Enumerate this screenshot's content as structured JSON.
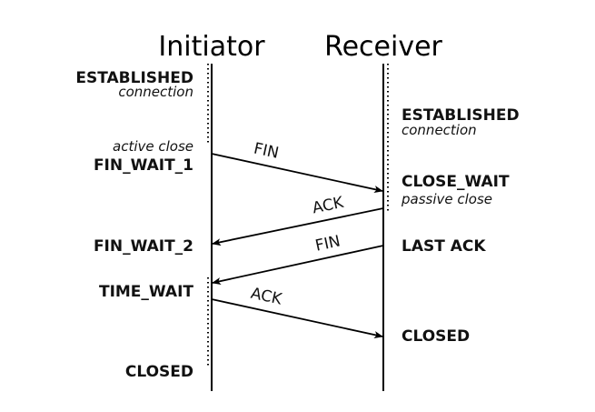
{
  "participants": {
    "initiator": "Initiator",
    "receiver": "Receiver"
  },
  "initiator_states": {
    "established": "ESTABLISHED",
    "established_note": "connection",
    "active_close_note": "active close",
    "fin_wait_1": "FIN_WAIT_1",
    "fin_wait_2": "FIN_WAIT_2",
    "time_wait": "TIME_WAIT",
    "closed": "CLOSED"
  },
  "receiver_states": {
    "established": "ESTABLISHED",
    "established_note": "connection",
    "close_wait": "CLOSE_WAIT",
    "passive_close_note": "passive close",
    "last_ack": "LAST ACK",
    "closed": "CLOSED"
  },
  "messages": [
    {
      "label": "FIN",
      "from": "initiator",
      "to": "receiver"
    },
    {
      "label": "ACK",
      "from": "receiver",
      "to": "initiator"
    },
    {
      "label": "FIN",
      "from": "receiver",
      "to": "initiator"
    },
    {
      "label": "ACK",
      "from": "initiator",
      "to": "receiver"
    }
  ]
}
